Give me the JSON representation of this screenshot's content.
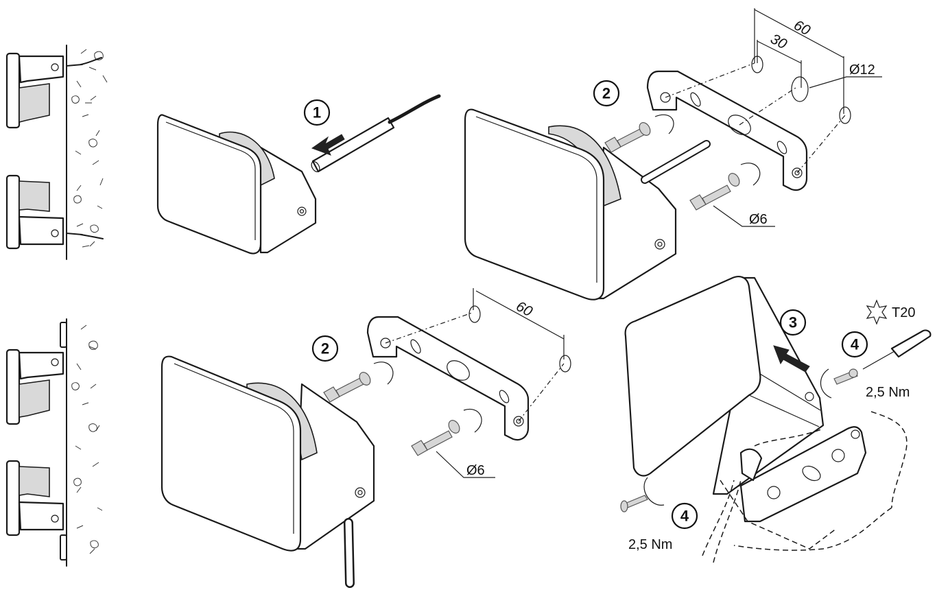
{
  "steps": {
    "s1": "1",
    "s2a": "2",
    "s2b": "2",
    "s3": "3",
    "s4a": "4",
    "s4b": "4"
  },
  "dimensions": {
    "top_60": "60",
    "top_30": "30",
    "hole_large": "Ø12",
    "screw_top": "Ø6",
    "mid_60": "60",
    "screw_mid": "Ø6"
  },
  "torque": {
    "right": "2,5 Nm",
    "bottom": "2,5 Nm"
  },
  "tool": {
    "label": "T20"
  }
}
